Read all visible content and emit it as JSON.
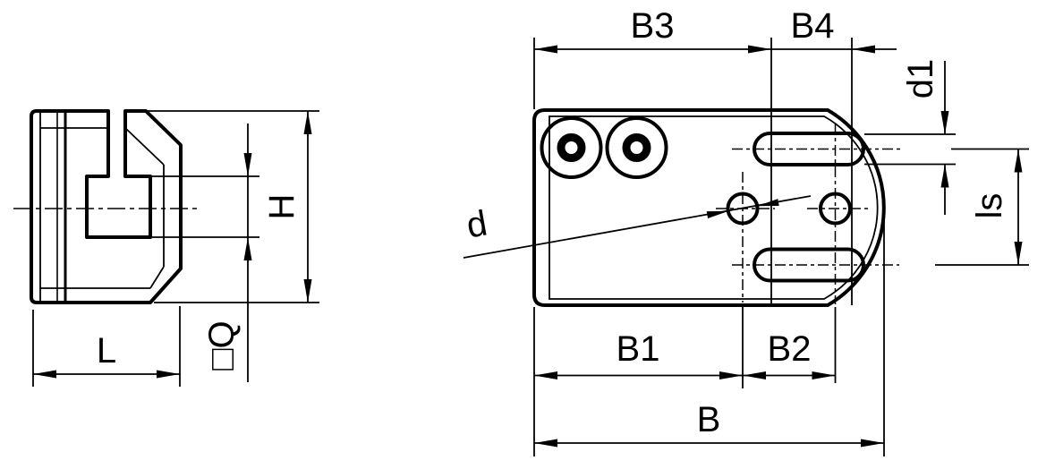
{
  "drawing": {
    "background": "#ffffff",
    "line_color": "#000000",
    "side_view": {
      "dimensions": {
        "height_label": "H",
        "length_label": "L",
        "square_label": "□Q"
      }
    },
    "top_view": {
      "dimensions": {
        "b3_label": "B3",
        "b4_label": "B4",
        "b1_label": "B1",
        "b2_label": "B2",
        "b_label": "B",
        "d1_label": "d1",
        "ls_label": "ls",
        "d_label": "d"
      }
    }
  }
}
